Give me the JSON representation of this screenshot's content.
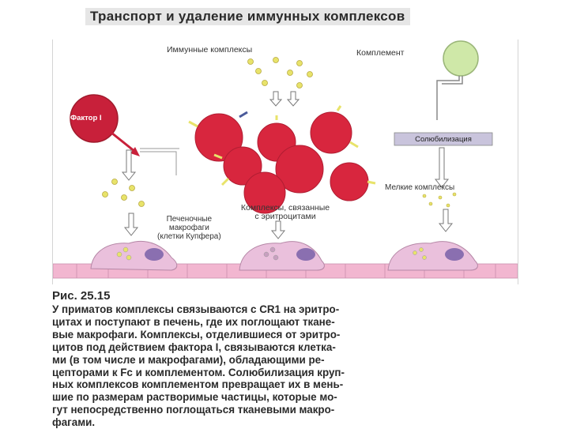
{
  "title": "Транспорт и удаление иммунных комплексов",
  "labels": {
    "immune_complexes": "Иммунные комплексы",
    "complement": "Комплемент",
    "factor_i": "Фактор I",
    "solubilization": "Солюбилизация",
    "small_complexes": "Мелкие комплексы",
    "erythrocyte_complexes": "Комплексы, связанные\nс эритроцитами",
    "macrophages": "Печеночные\nмакрофаги\n(клетки Купфера)"
  },
  "colors": {
    "erythrocyte": "#d8263e",
    "complex_dot": "#e8e36a",
    "factor_circle": "#c8203a",
    "complement_circle": "#cfe8a8",
    "tissue": "#f2b6d0",
    "macrophage": "#eac0dc",
    "nucleus": "#8a6fb0",
    "box": "#c9c4dc"
  },
  "caption": {
    "figure": "Рис. 25.15",
    "text": "У приматов комплексы связываются с CR1 на эритро-\nцитах и поступают в печень, где их поглощают ткане-\nвые макрофаги. Комплексы, отделившиеся от эритро-\nцитов под действием фактора I, связываются клетка-\nми (в том числе и макрофагами), обладающими ре-\nцепторами к Fc и комплементом. Солюбилизация круп-\nных комплексов комплементом превращает их в мень-\nшие по размерам растворимые частицы, которые мо-\nгут непосредственно поглощаться тканевыми макро-\nфагами."
  }
}
